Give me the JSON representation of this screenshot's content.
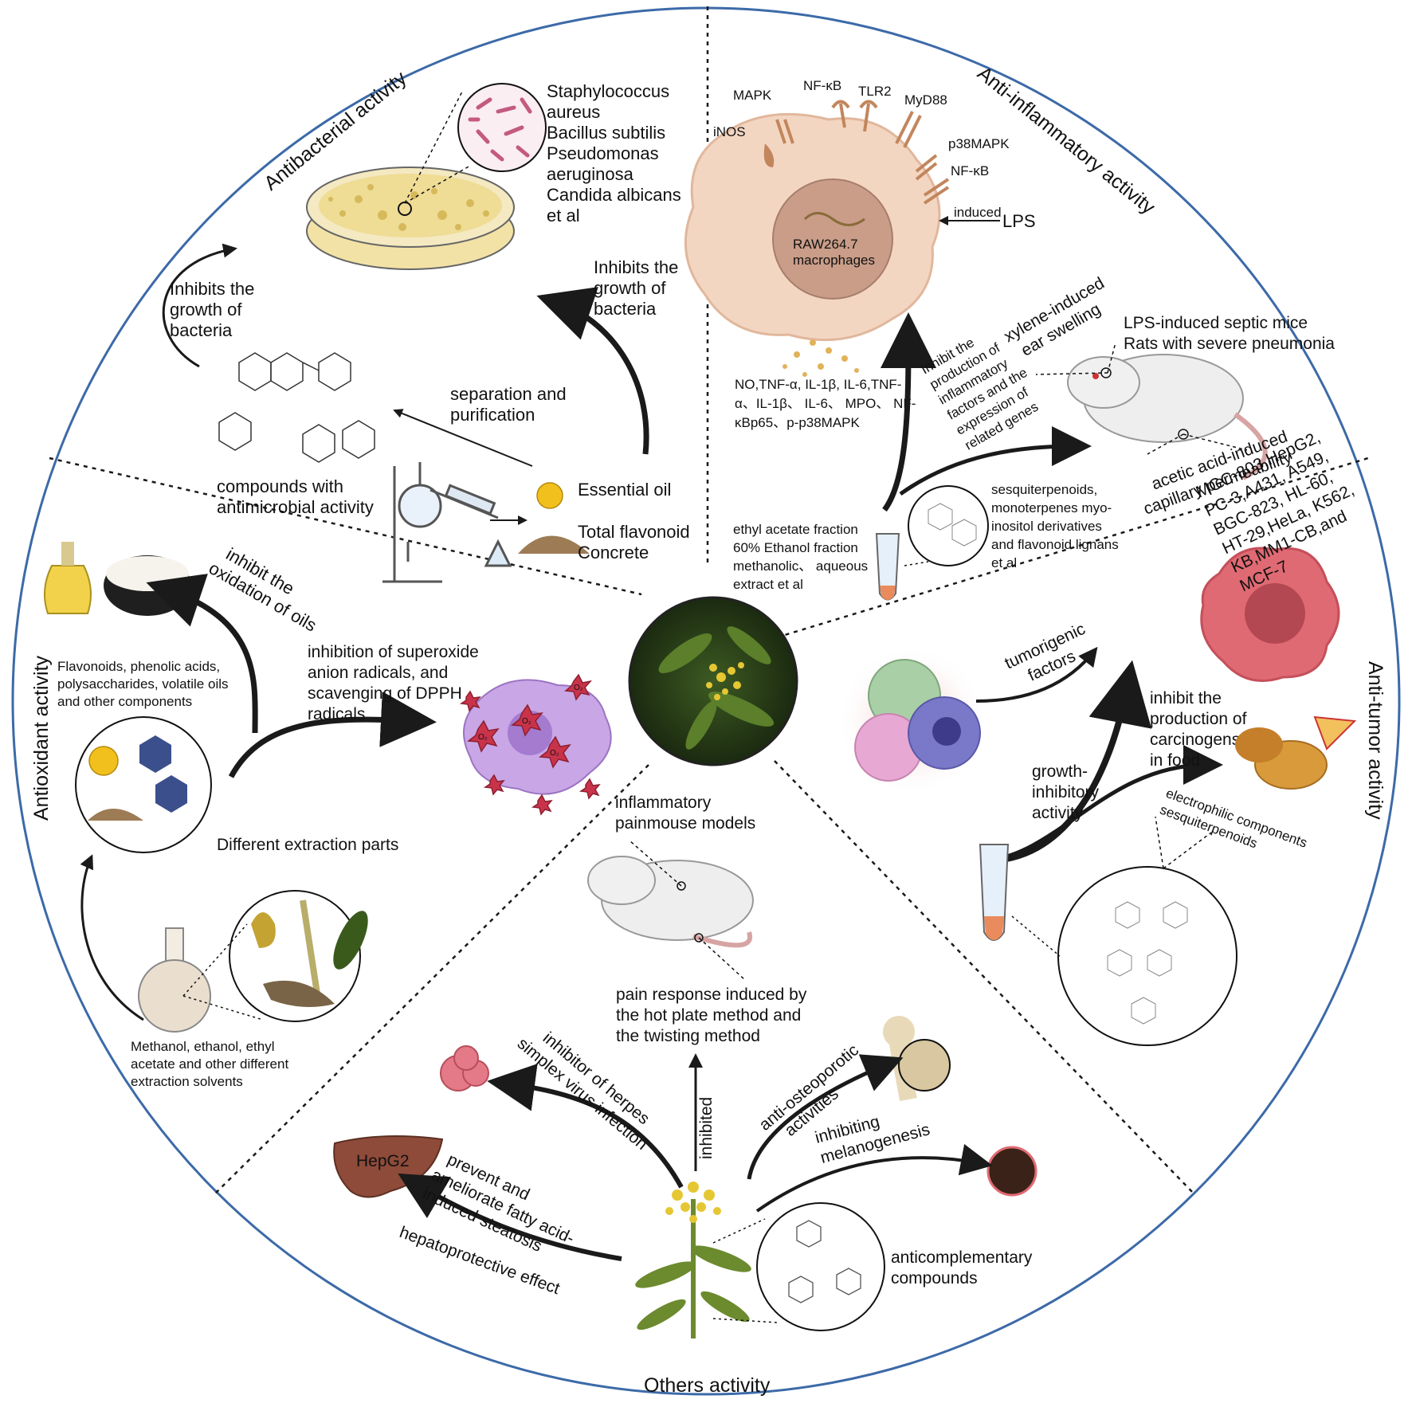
{
  "sections": {
    "antibacterial": {
      "title": "Antibacterial activity",
      "bacteria": [
        "Staphylococcus",
        "aureus",
        "Bacillus subtilis",
        "Pseudomonas",
        "aeruginosa",
        "Candida albicans",
        "et al"
      ],
      "inhibits_left": [
        "Inhibits the",
        "growth of",
        "bacteria"
      ],
      "inhibits_right": [
        "Inhibits the",
        "growth of",
        "bacteria"
      ],
      "separation": [
        "separation and",
        "purification"
      ],
      "compounds": [
        "compounds with",
        "antimicrobial activity"
      ],
      "essential_oil": "Essential oil",
      "total_flavonoid": "Total flavonoid",
      "concrete": "Concrete"
    },
    "anti_inflammatory": {
      "title": "Anti-inflammatory activity",
      "receptors": {
        "mapk": "MAPK",
        "nfkb_top": "NF-κB",
        "tlr2": "TLR2",
        "myd88": "MyD88",
        "inos": "iNOS",
        "p38": "p38MAPK",
        "nfkb_side": "NF-κB"
      },
      "induced": "induced",
      "lps": "LPS",
      "nucleus": [
        "RAW264.7",
        "macrophages"
      ],
      "factors": [
        "NO,TNF-α, IL-1β, IL-6,TNF-",
        "α、IL-1β、 IL-6、 MPO、 NF-",
        "κBp65、p-p38MAPK"
      ],
      "inhibit_text": [
        "Inhibit the",
        "production of",
        "inflammatory",
        "factors and the",
        "expression of",
        "related genes"
      ],
      "xylene": [
        "xylene-induced",
        "ear swelling"
      ],
      "lps_models": [
        "LPS-induced septic mice",
        "Rats with severe pneumonia"
      ],
      "acetic": [
        "acetic acid-induced",
        "capillary permeability"
      ],
      "fractions": [
        "ethyl acetate fraction",
        "60% Ethanol fraction",
        "methanolic、 aqueous",
        "extract et al"
      ],
      "sesqui": [
        "sesquiterpenoids,",
        "monoterpenes myo-",
        "inositol derivatives",
        "and flavonoid lignans",
        "et al"
      ]
    },
    "anti_tumor": {
      "title": "Anti-tumor activity",
      "cell_lines": [
        "MGC-803,HepG2,",
        "PC-3,A431, A549,",
        "BGC-823, HL-60,",
        "HT-29,HeLa, K562,",
        "KB,MM1-CB,and",
        "MCF-7"
      ],
      "tumorigenic": [
        "tumorigenic",
        "factors"
      ],
      "growth": [
        "growth-",
        "inhibitory",
        "activity"
      ],
      "inhibit_carcinogens": [
        "inhibit the",
        "production of",
        "carcinogens",
        "in food"
      ],
      "electrophilic": [
        "electrophilic components",
        "sesquiterpenoids"
      ]
    },
    "antioxidant": {
      "title": "Antioxidant activity",
      "oils": [
        "inhibit the",
        "oxidation of oils"
      ],
      "superoxide": [
        "inhibition of superoxide",
        "anion radicals, and",
        "scavenging of DPPH",
        "radicals"
      ],
      "components": [
        "Flavonoids, phenolic acids,",
        "polysaccharides, volatile oils",
        "and other components"
      ],
      "parts": "Different extraction parts",
      "solvents": [
        "Methanol, ethanol, ethyl",
        "acetate and other different",
        "extraction solvents"
      ],
      "radical": "O₂"
    },
    "others": {
      "title": "Others activity",
      "pain_models": [
        "inflammatory",
        "painmouse models"
      ],
      "pain_response": [
        "pain response induced by",
        "the hot plate method and",
        "the twisting method"
      ],
      "inhibited": "inhibited",
      "herpes": [
        "inhibitor of herpes",
        "simplex virus infection"
      ],
      "hepg2": "HepG2",
      "steatosis": [
        "prevent and",
        "ameliorate fatty acid-",
        "induced steatosis"
      ],
      "hepatoprotective": "hepatoprotective effect",
      "osteoporotic": [
        "anti-osteoporotic",
        "activities"
      ],
      "melanogenesis": [
        "inhibiting",
        "melanogenesis"
      ],
      "anticomplementary": [
        "anticomplementary",
        "compounds"
      ]
    }
  },
  "colors": {
    "ring": "#3c6aa8",
    "arrow": "#1a1a1a",
    "cell": "#f3d6c2",
    "tumor": "#e06a73",
    "plant": "#6c8a2e",
    "flower": "#e5c733"
  }
}
